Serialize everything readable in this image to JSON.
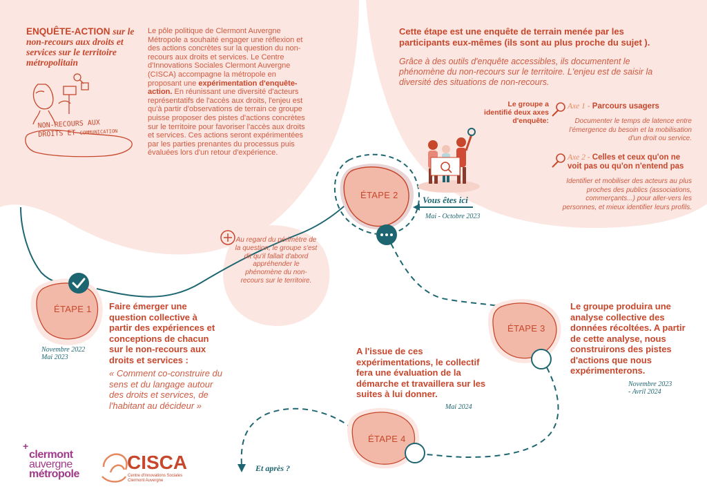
{
  "intro": {
    "title_bold": "ENQUÊTE-ACTION",
    "title_italic": "sur le non-recours aux droits et services sur le territoire métropolitain",
    "p_before": "Le pôle politique de Clermont Auvergne Métropole a souhaité engager une réflexion et des actions concrètes sur la question du non-recours aux droits et services. Le Centre d'Innovations Sociales Clermont Auvergne (CISCA) accompagne la métropole en proposant une",
    "p_bold": "expérimentation d'enquête-action.",
    "p_after": "En réunissant une diversité d'acteurs représentatifs de l'accès aux droits, l'enjeu est qu'à partir d'observations de terrain ce groupe puisse proposer des pistes d'actions concrètes sur le territoire pour favoriser l'accès aux droits et services. Ces actions seront expérimentées par les parties prenantes du processus puis évaluées lors d'un retour d'expérience.",
    "sketch_text_line1": "NON-RECOURS AUX",
    "sketch_text_line2a": "DROITS ET",
    "sketch_text_line2b": "COMMUNICATION"
  },
  "stage2_info": {
    "heading": "Cette étape est une enquête de terrain menée par les participants eux-mêmes (ils sont au plus proche du sujet ).",
    "subtext": "Grâce à des outils d'enquête accessibles, ils documentent le phénomène du non-recours sur le territoire. L'enjeu est de saisir la diversité des situations de non-recours.",
    "group_label": "Le groupe a identifié deux axes d'enquête:",
    "axe1_prefix": "Axe 1 -",
    "axe1_title": "Parcours usagers",
    "axe1_desc": "Documenter le temps de latence entre l'émergence du besoin et la mobilisation d'un droit ou service.",
    "axe2_prefix": "Axe 2 -",
    "axe2_title": "Celles et ceux qu'on ne voit pas ou qu'on n'entend pas",
    "axe2_desc": "Identifier et mobiliser des acteurs au plus proches des publics (associations, commerçants...) pour aller-vers les personnes, et mieux identifier leurs profils."
  },
  "vous_etes_ici": "Vous êtes ici",
  "stage2_date": "Mai - Octobre 2023",
  "note": "Au regard du périmètre de la question, le groupe s'est dit qu'il fallait d'abord appréhender le phénomène du non-recours sur le territoire.",
  "etapes": {
    "e1": {
      "label": "ÉTAPE 1",
      "date1": "Novembre 2022",
      "date2": "Mai 2023",
      "text_bold": "Faire émerger une question collective à partir des expériences et conceptions de chacun sur le non-recours aux droits et services :",
      "text_quote": "« Comment co-construire du sens et du langage autour des droits et services, de l'habitant au décideur »"
    },
    "e2": {
      "label": "ÉTAPE 2"
    },
    "e3": {
      "label": "ÉTAPE 3",
      "text": "Le groupe produira une analyse collective des données récoltées. A partir de cette analyse, nous construirons des pistes d'actions que nous expérimenterons.",
      "date1": "Novembre 2023",
      "date2": "- Avril 2024"
    },
    "e4": {
      "label": "ÉTAPE 4",
      "text": "A l'issue de ces expérimentations, le collectif fera une évaluation de la démarche et travaillera sur les suites à lui donner.",
      "date": "Mai 2024"
    }
  },
  "et_apres": "Et après ?",
  "logos": {
    "cm_plus": "+",
    "cm_line1": "clermont",
    "cm_line2": "auvergne",
    "cm_line3": "métropole",
    "cisca": "CISCA",
    "cisca_sub1": "Centre d'Innovations Sociales",
    "cisca_sub2": "Clermont Auvergne"
  },
  "colors": {
    "blob": "#fbe6e1",
    "etape_fill": "#f2b9a8",
    "accent": "#c7472c",
    "teal": "#1d6671"
  }
}
